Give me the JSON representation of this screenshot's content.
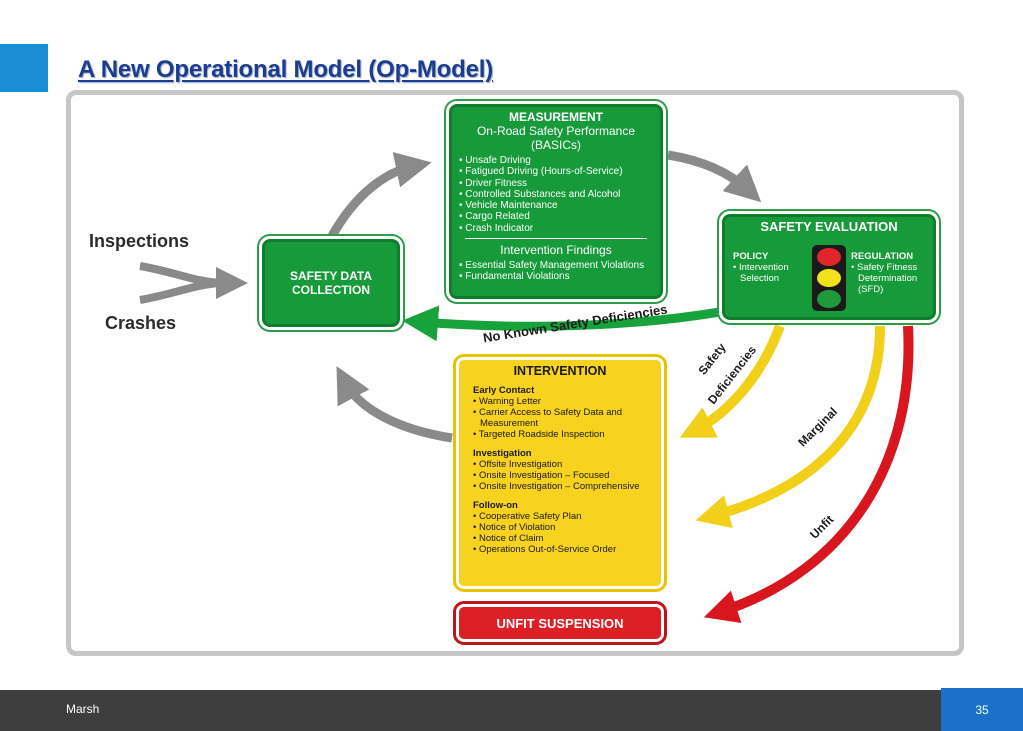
{
  "slide": {
    "title": "A New Operational Model (Op-Model)",
    "footer_text": "Marsh",
    "page_number": "35"
  },
  "inputs": {
    "inspections": "Inspections",
    "crashes": "Crashes"
  },
  "collection": {
    "line1": "SAFETY DATA",
    "line2": "COLLECTION"
  },
  "measurement": {
    "title": "MEASUREMENT",
    "subtitle1": "On-Road Safety Performance",
    "subtitle2": "(BASICs)",
    "basics": [
      "Unsafe Driving",
      "Fatigued Driving (Hours-of-Service)",
      "Driver Fitness",
      "Controlled Substances and Alcohol",
      "Vehicle Maintenance",
      "Cargo Related",
      "Crash Indicator"
    ],
    "findings_title": "Intervention Findings",
    "findings": [
      "Essential Safety Management Violations",
      "Fundamental Violations"
    ]
  },
  "evaluation": {
    "title": "SAFETY EVALUATION",
    "policy_title": "POLICY",
    "policy_item": "Intervention Selection",
    "regulation_title": "REGULATION",
    "regulation_item": "Safety Fitness Determination (SFD)",
    "light_colors": [
      "#e0252b",
      "#f2e21c",
      "#1f9a3a"
    ]
  },
  "flow_labels": {
    "no_deficiencies": "No Known Safety Deficiencies",
    "safety": "Safety",
    "deficiencies": "Deficiencies",
    "marginal": "Marginal",
    "unfit": "Unfit"
  },
  "intervention": {
    "title": "INTERVENTION",
    "sections": [
      {
        "name": "Early Contact",
        "items": [
          "Warning Letter",
          "Carrier Access to Safety Data and Measurement",
          "Targeted Roadside Inspection"
        ]
      },
      {
        "name": "Investigation",
        "items": [
          "Offsite Investigation",
          "Onsite Investigation – Focused",
          "Onsite Investigation – Comprehensive"
        ]
      },
      {
        "name": "Follow-on",
        "items": [
          "Cooperative Safety Plan",
          "Notice of Violation",
          "Notice of Claim",
          "Operations Out-of-Service Order"
        ]
      }
    ]
  },
  "suspension": {
    "label": "UNFIT SUSPENSION"
  },
  "colors": {
    "green": "#169a3a",
    "yellow": "#f7d21e",
    "red": "#dc2026",
    "gray_arrow": "#8a8a8a",
    "title_blue": "#1c3d8f",
    "accent_blue": "#1a8fd6"
  }
}
